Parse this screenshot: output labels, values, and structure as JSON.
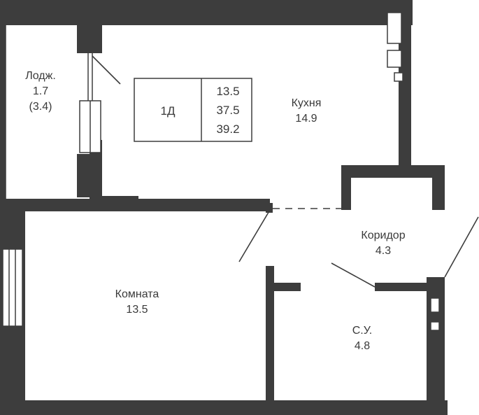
{
  "plan": {
    "wall_color": "#3d3d3d",
    "apartment_type": "1Д",
    "areas": {
      "living": "13.5",
      "total_without_loggia": "37.5",
      "total": "39.2"
    },
    "rooms": {
      "loggia": {
        "name": "Лодж.",
        "area": "1.7",
        "area_full": "(3.4)"
      },
      "kitchen": {
        "name": "Кухня",
        "area": "14.9"
      },
      "corridor": {
        "name": "Коридор",
        "area": "4.3"
      },
      "room": {
        "name": "Комната",
        "area": "13.5"
      },
      "bathroom": {
        "name": "С.У.",
        "area": "4.8"
      }
    }
  }
}
